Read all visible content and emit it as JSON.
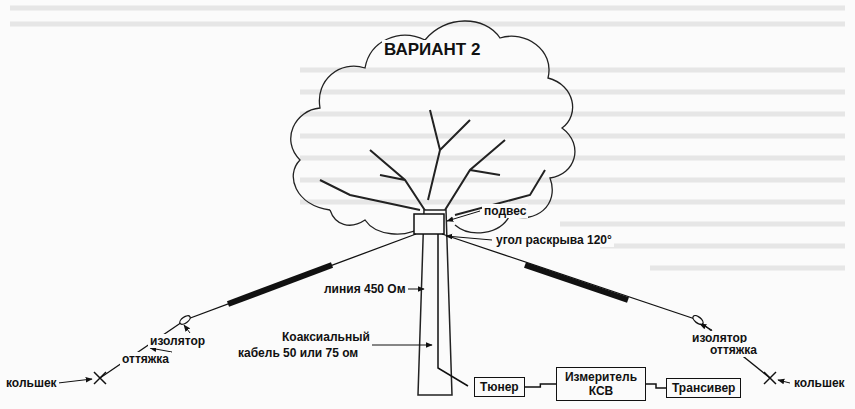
{
  "diagram": {
    "nodes": [
      {
        "text": [
          "Тюнер"
        ]
      },
      {
        "text": [
          "Измеритель КСВ"
        ]
      },
      {
        "text": [
          "Трансивер"
        ]
      }
    ],
    "edges": [
      {
        "from": 0,
        "to": 1,
        "arrow": "none"
      },
      {
        "from": 1,
        "to": 2,
        "arrow": "none"
      }
    ],
    "labels": [
      "ВАРИАНТ 2",
      "подвес",
      "угол раскрыва 120°",
      "линия 450 Ом",
      "изолятор",
      "оттяжка",
      "кольшек",
      "Коаксиальный",
      "кабель 50 или 75 ом",
      "изолятор",
      "оттяжка",
      "кольшек"
    ]
  }
}
